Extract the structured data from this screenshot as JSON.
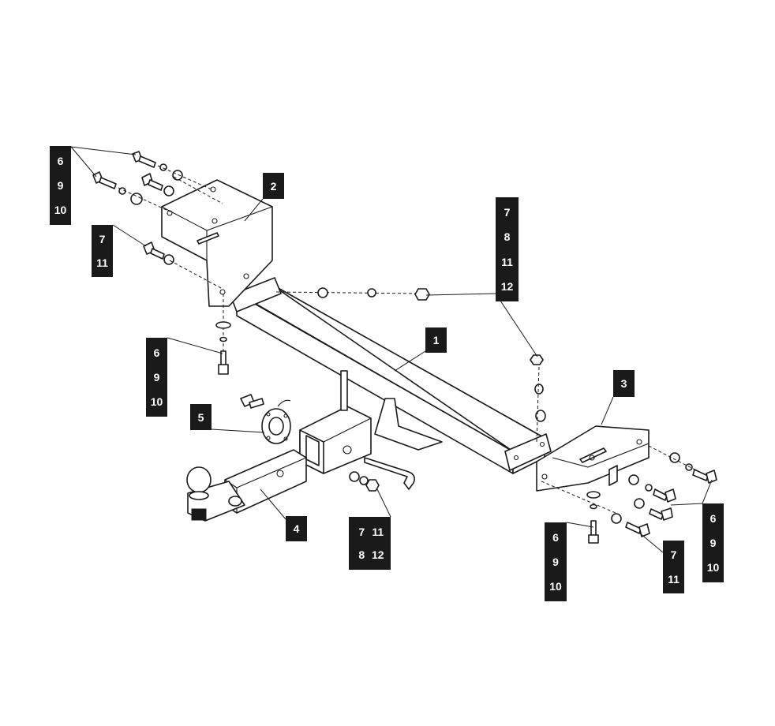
{
  "callouts": {
    "part1": "1",
    "part2": "2",
    "part3": "3",
    "part4": "4",
    "part5": "5",
    "topleft_bolts": [
      "6",
      "9",
      "10"
    ],
    "left_bolts": [
      "7",
      "11"
    ],
    "left_vertical_bolt": [
      "6",
      "9",
      "10"
    ],
    "center_nuts": [
      "7",
      "8",
      "11",
      "12"
    ],
    "hitch_nuts": [
      "7",
      "11",
      "8",
      "12"
    ],
    "right_vertical_bolt": [
      "6",
      "9",
      "10"
    ],
    "right_bolts_a": [
      "7",
      "11"
    ],
    "right_bolts_b": [
      "6",
      "9",
      "10"
    ]
  }
}
